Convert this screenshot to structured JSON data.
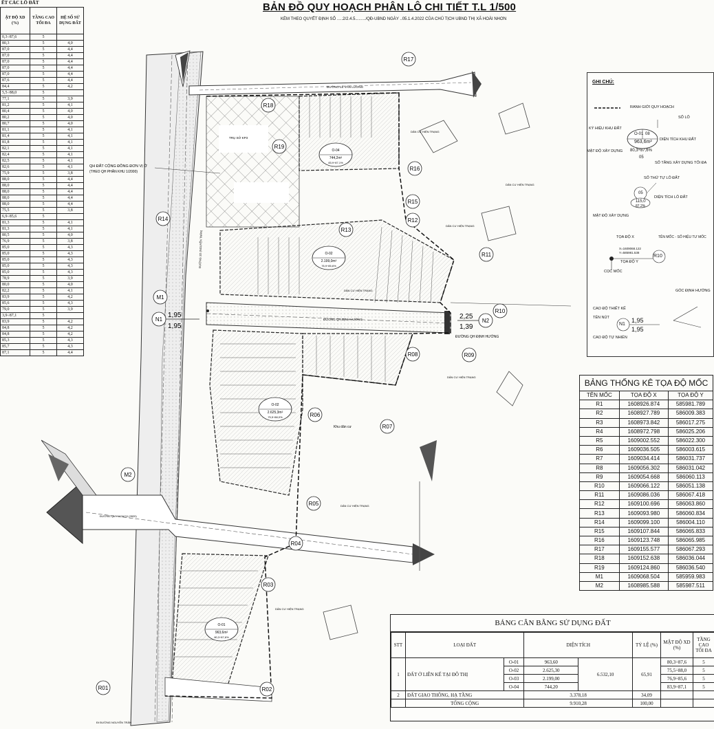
{
  "title": "BẢN ĐỒ QUY HOẠCH PHÂN LÔ CHI TIẾT T.L 1/500",
  "subtitle": "KÈM THEO QUYẾT ĐỊNH SỐ .....2/2.4.5........./QĐ-UBND NGÀY ..05.1.4.2022 CỦA CHỦ TỊCH UBND THỊ XÃ HOÀI NHƠN",
  "left_table": {
    "title": "ẾT CÁC LÔ ĐẤT",
    "headers": [
      "ẬT ĐỘ XD (%)",
      "TẦNG CAO TỐI ĐA",
      "HỆ SỐ SỬ DỤNG ĐẤT"
    ],
    "rows": [
      [
        "0,3÷87,6",
        "5",
        ""
      ],
      [
        "80,3",
        "5",
        "4,0"
      ],
      [
        "87,0",
        "5",
        "4,4"
      ],
      [
        "87,0",
        "5",
        "4,4"
      ],
      [
        "87,0",
        "5",
        "4,4"
      ],
      [
        "87,0",
        "5",
        "4,4"
      ],
      [
        "87,0",
        "5",
        "4,4"
      ],
      [
        "87,6",
        "5",
        "4,4"
      ],
      [
        "84,4",
        "5",
        "4,2"
      ],
      [
        "5,5÷88,0",
        "5",
        ""
      ],
      [
        "77,1",
        "5",
        "3,9"
      ],
      [
        "81,2",
        "5",
        "4,1"
      ],
      [
        "80,4",
        "5",
        "4,0"
      ],
      [
        "80,2",
        "5",
        "4,0"
      ],
      [
        "80,7",
        "5",
        "4,0"
      ],
      [
        "81,1",
        "5",
        "4,1"
      ],
      [
        "81,4",
        "5",
        "4,1"
      ],
      [
        "81,8",
        "5",
        "4,1"
      ],
      [
        "82,1",
        "5",
        "4,1"
      ],
      [
        "82,4",
        "5",
        "4,1"
      ],
      [
        "82,5",
        "5",
        "4,1"
      ],
      [
        "82,6",
        "5",
        "4,1"
      ],
      [
        "75,9",
        "5",
        "3,8"
      ],
      [
        "88,0",
        "5",
        "4,4"
      ],
      [
        "88,0",
        "5",
        "4,4"
      ],
      [
        "88,0",
        "5",
        "4,4"
      ],
      [
        "88,0",
        "5",
        "4,4"
      ],
      [
        "88,0",
        "5",
        "4,4"
      ],
      [
        "75,5",
        "5",
        "3,8"
      ],
      [
        "6,9÷85,6",
        "5",
        ""
      ],
      [
        "81,3",
        "5",
        "4,1"
      ],
      [
        "81,3",
        "5",
        "4,1"
      ],
      [
        "80,5",
        "5",
        "4,0"
      ],
      [
        "76,9",
        "5",
        "3,8"
      ],
      [
        "85,0",
        "5",
        "4,3"
      ],
      [
        "85,0",
        "5",
        "4,3"
      ],
      [
        "85,0",
        "5",
        "4,3"
      ],
      [
        "85,0",
        "5",
        "4,3"
      ],
      [
        "85,0",
        "5",
        "4,3"
      ],
      [
        "78,9",
        "5",
        "3,9"
      ],
      [
        "80,0",
        "5",
        "4,0"
      ],
      [
        "82,2",
        "5",
        "4,1"
      ],
      [
        "83,9",
        "5",
        "4,2"
      ],
      [
        "85,6",
        "5",
        "4,3"
      ],
      [
        "79,0",
        "5",
        "3,9"
      ],
      [
        "3,9÷87,1",
        "5",
        ""
      ],
      [
        "83,9",
        "5",
        "4,2"
      ],
      [
        "84,8",
        "5",
        "4,2"
      ],
      [
        "84,8",
        "5",
        "4,2"
      ],
      [
        "85,3",
        "5",
        "4,3"
      ],
      [
        "85,7",
        "5",
        "4,3"
      ],
      [
        "87,1",
        "5",
        "4,4"
      ]
    ]
  },
  "map": {
    "reference_points": [
      "R01",
      "R02",
      "R03",
      "R04",
      "R05",
      "R06",
      "R07",
      "R08",
      "R09",
      "R10",
      "R11",
      "R12",
      "R13",
      "R14",
      "R15",
      "R16",
      "R17",
      "R18",
      "R19",
      "M1",
      "M2"
    ],
    "nodes": [
      {
        "name": "N1",
        "elev_top": "1,95",
        "elev_bot": "1,95"
      },
      {
        "name": "N2",
        "elev_top": "2,25",
        "elev_bot": "1,39"
      }
    ],
    "zones": [
      {
        "code": "O-04",
        "area": "744,2m²",
        "density": "83,9÷87,1%"
      },
      {
        "code": "O-02",
        "area": "2.199,0m²",
        "density": "76,9÷85,6%"
      },
      {
        "code": "O-02",
        "area": "2.625,3m²",
        "density": "75,5÷88,0%"
      },
      {
        "code": "O-01",
        "area": "963,6m²",
        "density": "80,3÷87,6%"
      }
    ],
    "labels": {
      "cong_dong": "QH ĐẤT CỘNG ĐỒNG ĐƠN VỊ Ở",
      "cong_dong_2": "(THEO QH PHÂN KHU 1/2000)",
      "truso": "TRỤ SỞ KP3",
      "dan_cu": "DÂN CƯ HIỆN TRẠNG",
      "khu_dan_cu": "Khu dân cư",
      "road_le_van_luong": "ĐƯỜNG LÊ VĂN LƯƠNG",
      "road_dinh_huong": "ĐƯỜNG QH ĐỊNH HƯỚNG",
      "road_quy_hoach": "ĐƯỜNG QUY HOẠCH (2820)",
      "road_nguyen_tran": "ĐI ĐƯỜNG NGUYỄN TRÂN",
      "road_vertical": "ĐƯỜNG 1/2 (NGUYỄN TRÂN)"
    }
  },
  "legend": {
    "title": "GHI CHÚ:",
    "boundary": "RANH GIỚI QUY HOẠCH",
    "so_lo": "SỐ LÔ",
    "ky_hieu": "KÝ HIỆU KHU ĐẤT",
    "code": "O-01",
    "num": "08",
    "area": "963,6m²",
    "dien_tich": "DIỆN TÍCH KHU ĐẤT",
    "mat_do": "MẬT ĐỘ XÂY DỰNG",
    "density": "80,3÷87,6%",
    "floors": "05",
    "so_tang": "SỐ TẦNG XÂY DỰNG TỐI ĐA",
    "thu_tu": "SỐ THỨ TỰ LÔ ĐẤT",
    "lot_num": "05",
    "lot_area": "115,0",
    "lot_density": "87,2%",
    "dien_tich_lo": "DIỆN TÍCH LÔ ĐẤT",
    "mat_do_2": "MẬT ĐỘ XÂY DỰNG",
    "toa_do_x": "TỌA ĐỘ X",
    "ten_moc": "TÊN MỐC - SỐ HIỆU TƯ MỐC",
    "coord_x": "X=1609068.122",
    "coord_y": "Y=585981.538",
    "toa_do_y": "TỌA ĐỘ Y",
    "moc_name": "R10",
    "coc_moc": "CỌC MỐC",
    "goc_dinh_huong": "GÓC ĐỊNH HƯỚNG",
    "cao_do_tk": "CAO ĐỘ THIẾT KẾ",
    "ten_nut": "TÊN NÚT",
    "node": "N1",
    "cao_do_top": "1,95",
    "cao_do_bot": "1,95",
    "cao_do_tn": "CAO ĐỘ TỰ NHIÊN"
  },
  "coord_table": {
    "title": "BẢNG THỐNG KÊ TỌA ĐỘ MỐC",
    "headers": [
      "TÊN MỐC",
      "TỌA ĐỘ X",
      "TỌA ĐỘ Y"
    ],
    "rows": [
      [
        "R1",
        "1608926.874",
        "585981.789"
      ],
      [
        "R2",
        "1608927.789",
        "586009.383"
      ],
      [
        "R3",
        "1608973.842",
        "586017.275"
      ],
      [
        "R4",
        "1608972.798",
        "586025.206"
      ],
      [
        "R5",
        "1609002.552",
        "586022.300"
      ],
      [
        "R6",
        "1609036.505",
        "586003.615"
      ],
      [
        "R7",
        "1609034.414",
        "586031.737"
      ],
      [
        "R8",
        "1609056.302",
        "586031.042"
      ],
      [
        "R9",
        "1609054.668",
        "586060.113"
      ],
      [
        "R10",
        "1609066.122",
        "586051.138"
      ],
      [
        "R11",
        "1609086.036",
        "586067.418"
      ],
      [
        "R12",
        "1609100.696",
        "586063.860"
      ],
      [
        "R13",
        "1609093.980",
        "586060.834"
      ],
      [
        "R14",
        "1609099.100",
        "586004.110"
      ],
      [
        "R15",
        "1609107.844",
        "586065.833"
      ],
      [
        "R16",
        "1609123.748",
        "586065.985"
      ],
      [
        "R17",
        "1609155.577",
        "586067.293"
      ],
      [
        "R18",
        "1609152.638",
        "586036.044"
      ],
      [
        "R19",
        "1609124.860",
        "586036.540"
      ],
      [
        "M1",
        "1609068.504",
        "585959.983"
      ],
      [
        "M2",
        "1608985.588",
        "585987.511"
      ]
    ]
  },
  "balance_table": {
    "title": "BẢNG CÂN BẰNG SỬ DỤNG ĐẤT",
    "headers": [
      "STT",
      "LOẠI ĐẤT",
      "DIỆN TÍCH",
      "TỶ LỆ (%)",
      "MẬT ĐỘ XD (%)",
      "TẦNG CAO TỐI ĐA"
    ],
    "row1": {
      "stt": "1",
      "name": "ĐẤT Ở LIÊN KẾ TẠI ĐÔ THỊ",
      "total": "6.532,10",
      "ratio": "65,91",
      "subs": [
        {
          "code": "O-01",
          "area": "963,60",
          "density": "80,3÷87,6",
          "floors": "5"
        },
        {
          "code": "O-02",
          "area": "2.625,30",
          "density": "75,5÷88,0",
          "floors": "5"
        },
        {
          "code": "O-03",
          "area": "2.199,00",
          "density": "76,9÷85,6",
          "floors": "5"
        },
        {
          "code": "O-04",
          "area": "744,20",
          "density": "83,9÷87,1",
          "floors": "5"
        }
      ]
    },
    "row2": {
      "stt": "2",
      "name": "ĐẤT GIAO THÔNG, HẠ TẦNG",
      "area": "3.378,18",
      "ratio": "34,09"
    },
    "total": {
      "name": "TỔNG CỘNG",
      "area": "9.910,28",
      "ratio": "100,00"
    }
  }
}
